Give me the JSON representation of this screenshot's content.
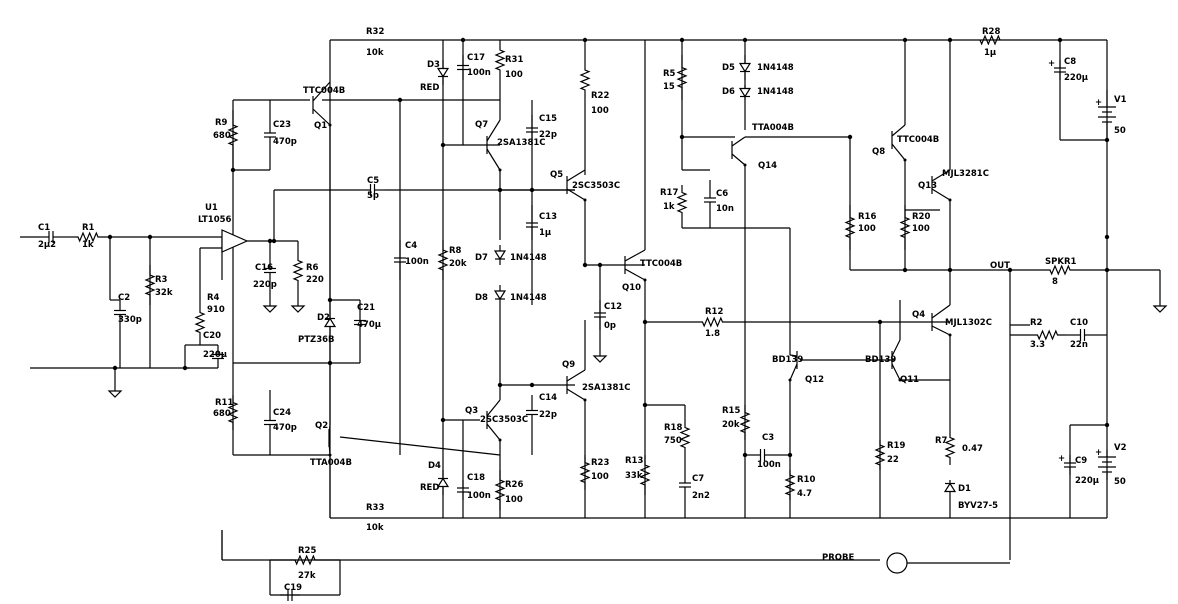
{
  "title": "",
  "labels": {
    "C1": [
      "C1",
      "2µ2"
    ],
    "R1": [
      "R1",
      "1k"
    ],
    "C2": [
      "C2",
      "330p"
    ],
    "R3": [
      "R3",
      "32k"
    ],
    "R4": [
      "R4",
      "910"
    ],
    "C20": [
      "C20",
      "220µ"
    ],
    "U1": [
      "U1",
      "LT1056"
    ],
    "C16": [
      "C16",
      "220p"
    ],
    "R6": [
      "R6",
      "220"
    ],
    "R9": [
      "R9",
      "680"
    ],
    "C23": [
      "C23",
      "470p"
    ],
    "Q1": [
      "Q1",
      "TTC004B"
    ],
    "D2": [
      "D2",
      "PTZ36B"
    ],
    "C21": [
      "C21",
      "470µ"
    ],
    "R11": [
      "R11",
      "680"
    ],
    "C24": [
      "C24",
      "470p"
    ],
    "Q2": [
      "Q2",
      "TTA004B"
    ],
    "R32": [
      "R32",
      "10k"
    ],
    "D3": [
      "D3",
      "RED"
    ],
    "C17": [
      "C17",
      "100n"
    ],
    "R31": [
      "R31",
      "100"
    ],
    "Q7": [
      "Q7",
      "2SA1381C"
    ],
    "C15": [
      "C15",
      "22p"
    ],
    "R22": [
      "R22",
      "100"
    ],
    "C5": [
      "C5",
      "5p"
    ],
    "Q5": [
      "Q5",
      "2SC3503C"
    ],
    "C4": [
      "C4",
      "100n"
    ],
    "R8": [
      "R8",
      "20k"
    ],
    "C13": [
      "C13",
      "1µ"
    ],
    "D7": [
      "D7",
      "1N4148"
    ],
    "D8": [
      "D8",
      "1N4148"
    ],
    "Q9": [
      "Q9",
      "2SA1381C"
    ],
    "Q3": [
      "Q3",
      "2SC3503C"
    ],
    "C14": [
      "C14",
      "22p"
    ],
    "R33": [
      "R33",
      "10k"
    ],
    "D4": [
      "D4",
      "RED"
    ],
    "C18": [
      "C18",
      "100n"
    ],
    "R26": [
      "R26",
      "100"
    ],
    "R23": [
      "R23",
      "100"
    ],
    "Q10": [
      "Q10",
      "TTC004B"
    ],
    "C12": [
      "C12",
      "0p"
    ],
    "R13": [
      "R13",
      "33k"
    ],
    "R18": [
      "R18",
      "750"
    ],
    "C7": [
      "C7",
      "2n2"
    ],
    "R5": [
      "R5",
      "15"
    ],
    "D5": [
      "D5",
      "1N4148"
    ],
    "D6": [
      "D6",
      "1N4148"
    ],
    "Q14": [
      "Q14",
      "TTA004B"
    ],
    "R17": [
      "R17",
      "1k"
    ],
    "C6": [
      "C6",
      "10n"
    ],
    "R12": [
      "R12",
      "1.8"
    ],
    "R15": [
      "R15",
      "20k"
    ],
    "C3": [
      "C3",
      "100n"
    ],
    "R10": [
      "R10",
      "4.7"
    ],
    "Q12": [
      "Q12",
      "BD139"
    ],
    "Q11": [
      "Q11",
      "BD139"
    ],
    "R19": [
      "R19",
      "22"
    ],
    "Q8": [
      "Q8",
      "TTC004B"
    ],
    "Q13": [
      "Q13",
      "MJL3281C"
    ],
    "R16": [
      "R16",
      "100"
    ],
    "R20": [
      "R20",
      "100"
    ],
    "Q4": [
      "Q4",
      "MJL1302C"
    ],
    "R7": [
      "R7",
      "0.47"
    ],
    "D1": [
      "D1",
      "BYV27-5"
    ],
    "R28": [
      "R28",
      "1µ"
    ],
    "C8": [
      "C8",
      "220µ"
    ],
    "V1": [
      "V1",
      "50"
    ],
    "V2": [
      "V2",
      "50"
    ],
    "C9": [
      "C9",
      "220µ"
    ],
    "SPKR1": [
      "SPKR1",
      "8"
    ],
    "R2": [
      "R2",
      "3.3"
    ],
    "C10": [
      "C10",
      "22n"
    ],
    "R25": [
      "R25",
      "27k"
    ],
    "C19": [
      "C19",
      "C19"
    ]
  },
  "net_labels": {
    "out": "OUT",
    "probe": "PROBE"
  }
}
